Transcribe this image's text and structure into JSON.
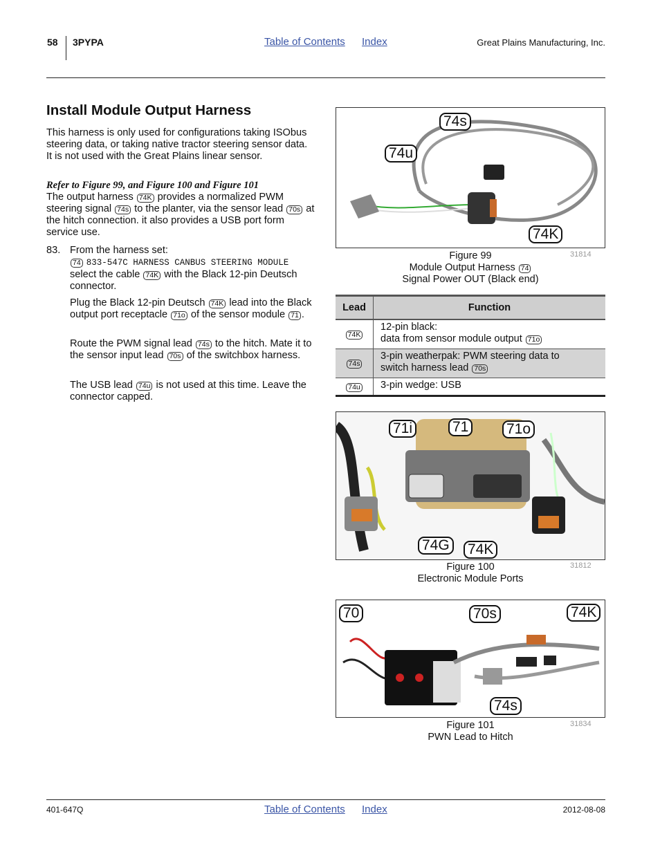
{
  "header": {
    "page_number": "58",
    "doc_id": "3PYPA",
    "toc": "Table of Contents",
    "index": "Index",
    "company": "Great Plains Manufacturing, Inc."
  },
  "section": {
    "title": "Install Module Output Harness",
    "intro": "This harness is only used for configurations taking ISObus steering data, or taking native tractor steering sensor data. It is not used with the Great Plains linear sensor.",
    "reference": "Refer to Figure 99, and Figure 100 and Figure 101",
    "p2": {
      "a": "The output harness",
      "b": "provides a normalized PWM steering signal",
      "c": "to the planter, via the sensor lead",
      "d": "at the hitch connection. it also provides a USB port form service use."
    },
    "step": {
      "number": "83.",
      "intro": "From the harness set:",
      "part": "833-547C HARNESS CANBUS STEERING MODULE",
      "s1": {
        "a": "select the cable",
        "b": "with the Black 12-pin Deutsch connector."
      },
      "s2": {
        "a": "Plug the Black 12-pin Deutsch",
        "b": "lead into the Black output port receptacle",
        "c": "of the sensor module",
        "d": "."
      },
      "s3": {
        "a": "Route the PWM signal lead",
        "b": "to the hitch. Mate it to the sensor input lead",
        "c": "of the switchbox harness."
      },
      "s4": {
        "a": "The USB lead",
        "b": "is not used at this time. Leave the connector capped."
      }
    }
  },
  "callouts": {
    "c74": "74",
    "c74K": "74K",
    "c74s": "74s",
    "c74u": "74u",
    "c70": "70",
    "c70s": "70s",
    "c71": "71",
    "c71o": "71o",
    "c71i": "71i",
    "c74G": "74G"
  },
  "figures": {
    "fig99": {
      "title": "Figure 99",
      "line1": "Module Output Harness",
      "line2": "Signal Power OUT (Black end)",
      "id": "31814"
    },
    "fig100": {
      "title": "Figure 100",
      "line1": "Electronic Module Ports",
      "id": "31812"
    },
    "fig101": {
      "title": "Figure 101",
      "line1": "PWN Lead to Hitch",
      "id": "31834"
    }
  },
  "table": {
    "headers": [
      "Lead",
      "Function"
    ],
    "rows": [
      {
        "lead": "74K",
        "line1": "12-pin black:",
        "line2": "data from sensor module output",
        "ref": "71o"
      },
      {
        "lead": "74s",
        "line1": "3-pin weatherpak: PWM steering data to",
        "line2": "switch harness lead",
        "ref": "70s"
      },
      {
        "lead": "74u",
        "line1": "3-pin wedge: USB",
        "line2": "",
        "ref": ""
      }
    ]
  },
  "footer": {
    "left": "401-647Q",
    "toc": "Table of Contents",
    "index": "Index",
    "date": "2012-08-08"
  }
}
